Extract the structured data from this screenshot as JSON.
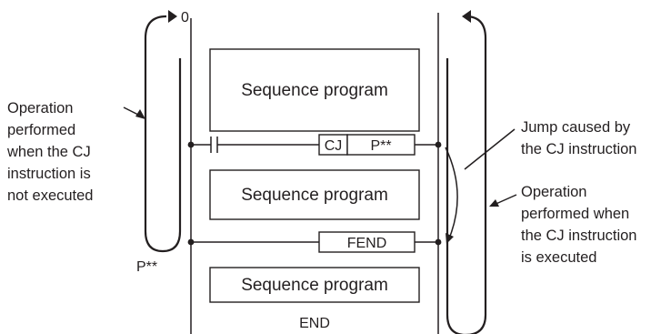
{
  "diagram": {
    "step_zero": "0",
    "program_blocks": [
      "Sequence program",
      "Sequence program",
      "Sequence program"
    ],
    "instructions": {
      "cj": "CJ",
      "pointer": "P**",
      "fend": "FEND",
      "end": "END"
    },
    "pointer_label": "P**",
    "annotation_not_executed": [
      "Operation",
      "performed",
      "when the CJ",
      "instruction is",
      "not executed"
    ],
    "annotation_jump": [
      "Jump caused by",
      "the CJ instruction"
    ],
    "annotation_executed": [
      "Operation",
      "performed when",
      "the CJ instruction",
      "is executed"
    ]
  }
}
